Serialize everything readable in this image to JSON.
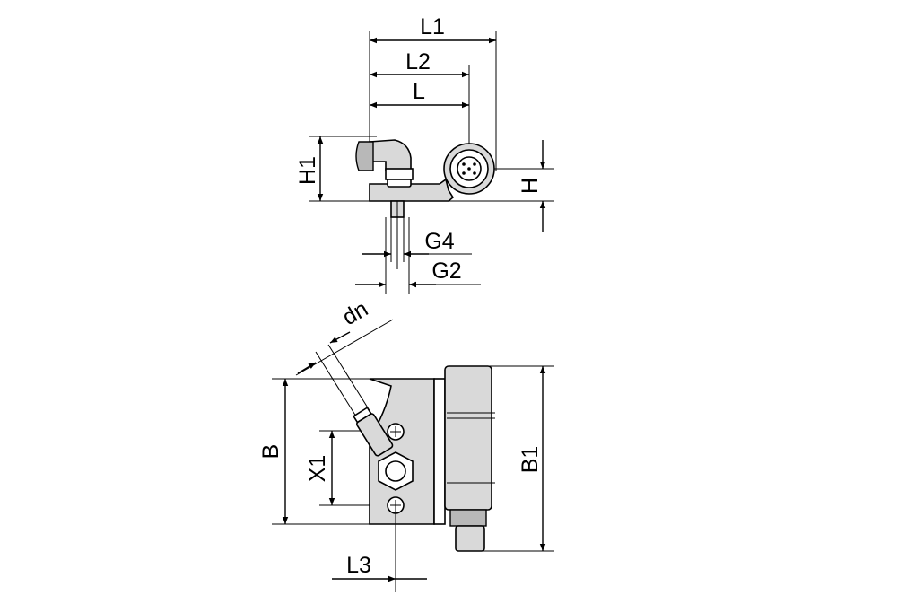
{
  "labels": {
    "L1": "L1",
    "L2": "L2",
    "L": "L",
    "H1": "H1",
    "H": "H",
    "G4": "G4",
    "G2": "G2",
    "dn": "dn",
    "B": "B",
    "X1": "X1",
    "B1": "B1",
    "L3": "L3"
  }
}
